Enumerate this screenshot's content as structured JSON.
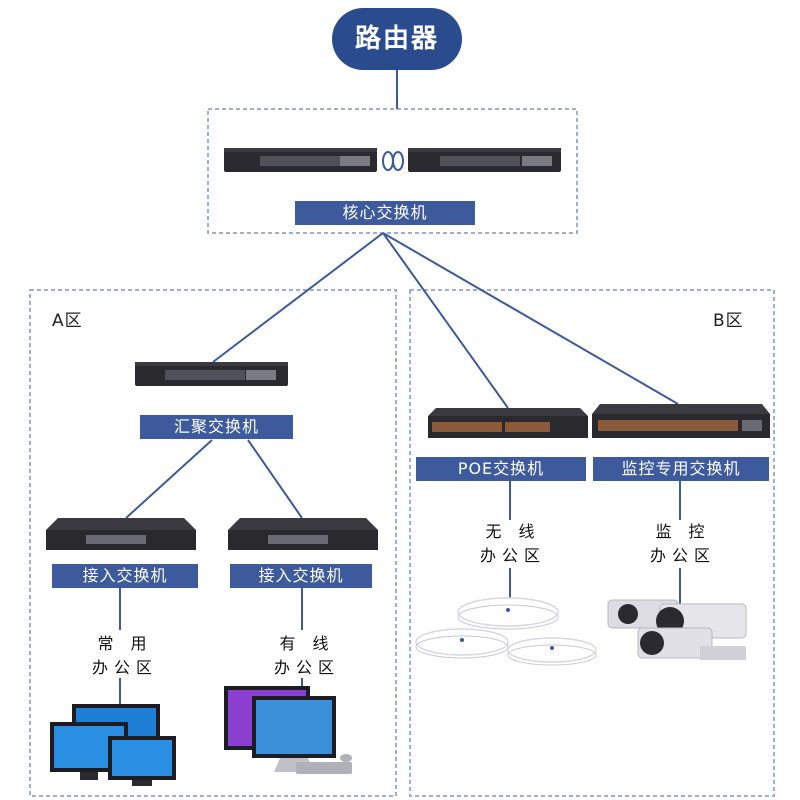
{
  "router": {
    "label": "路由器"
  },
  "core": {
    "label": "核心交换机"
  },
  "zone_a": {
    "title": "A区",
    "aggregation": {
      "label": "汇聚交换机"
    },
    "access": [
      {
        "label": "接入交换机",
        "area": [
          "常 用",
          "办公区"
        ]
      },
      {
        "label": "接入交换机",
        "area": [
          "有 线",
          "办公区"
        ]
      }
    ]
  },
  "zone_b": {
    "title": "B区",
    "poe": {
      "label": "POE交换机",
      "area": [
        "无 线",
        "办公区"
      ]
    },
    "monitor": {
      "label": "监控专用交换机",
      "area": [
        "监 控",
        "办公区"
      ]
    }
  },
  "colors": {
    "accent": "#3c5a9c",
    "router": "#2b4b8f",
    "line": "#3c5a9c",
    "dash": "#7f95c2"
  }
}
